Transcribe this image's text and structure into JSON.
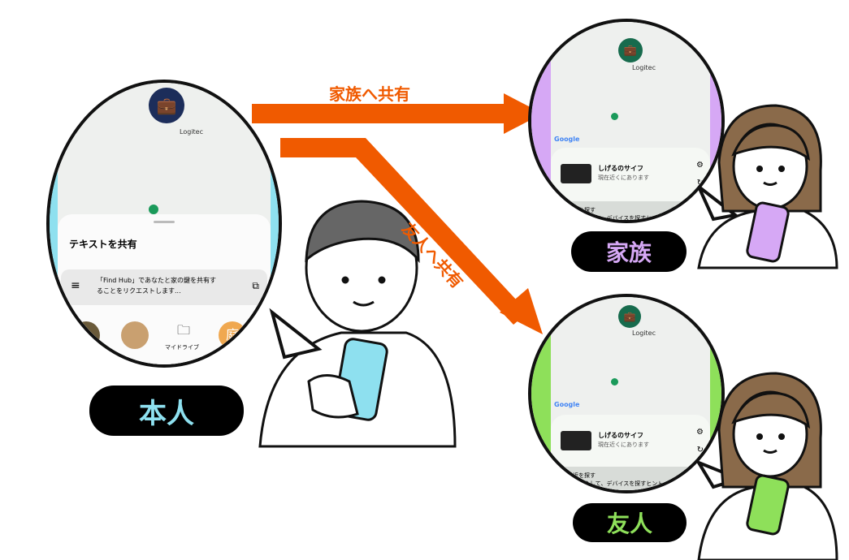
{
  "arrows": {
    "family_label": "家族へ共有",
    "friend_label": "友人へ共有",
    "color": "#f05a00"
  },
  "self": {
    "label": "本人",
    "accent": "#8ee0ef",
    "map_label": "Logitec",
    "sheet_title": "テキストを共有",
    "share_text": "「Find Hub」であなたと家の鍵を共有することをリクエストします...",
    "apps": [
      {
        "label": ""
      },
      {
        "label": ""
      },
      {
        "label": "マイドライブ"
      },
      {
        "label": "",
        "glyph": "庭"
      },
      {
        "label": ""
      }
    ]
  },
  "family": {
    "label": "家族",
    "accent": "#d6a8f5",
    "map_label": "Logitec",
    "google": "Google",
    "device_name": "しげるのサイフ",
    "device_status": "現在近くにあります",
    "nearby_title": "付近を探す",
    "nearby_desc": "音を鳴らして、デバイスを探すヒント"
  },
  "friend": {
    "label": "友人",
    "accent": "#8ee05a",
    "map_label": "Logitec",
    "google": "Google",
    "device_name": "しげるのサイフ",
    "device_status": "現在近くにあります",
    "nearby_title": "付近を探す",
    "nearby_desc": "音を鳴らして、デバイスを探すヒント"
  }
}
